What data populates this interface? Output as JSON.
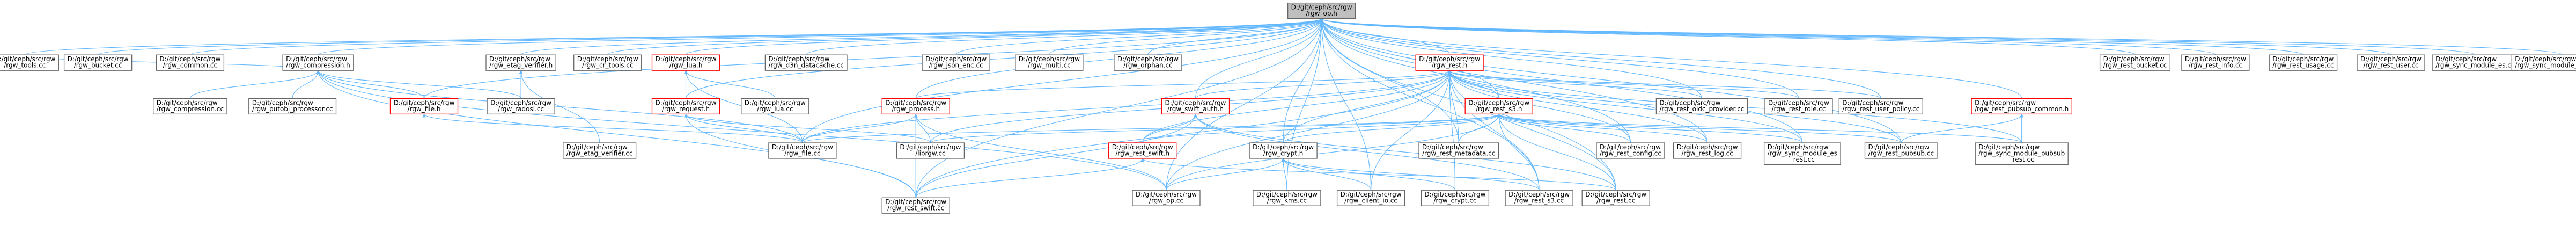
{
  "diagram": {
    "colors": {
      "background": "#ffffff",
      "node_fill": "#ffffff",
      "node_border": "#666666",
      "focus_fill": "#bfbfbf",
      "red_border": "#ff0000",
      "edge": "#63b8ff"
    },
    "nodes": [
      {
        "id": "rgw_op_h",
        "lines": [
          "D:/git/ceph/src/rgw",
          "/rgw_op.h"
        ],
        "style": "focus"
      },
      {
        "id": "rgw_tools_cc",
        "lines": [
          "D:/git/ceph/src/rgw",
          "/rgw_tools.cc"
        ],
        "style": "normal"
      },
      {
        "id": "rgw_bucket_cc",
        "lines": [
          "D:/git/ceph/src/rgw",
          "/rgw_bucket.cc"
        ],
        "style": "normal"
      },
      {
        "id": "rgw_common_cc",
        "lines": [
          "D:/git/ceph/src/rgw",
          "/rgw_common.cc"
        ],
        "style": "normal"
      },
      {
        "id": "rgw_compression_h",
        "lines": [
          "D:/git/ceph/src/rgw",
          "/rgw_compression.h"
        ],
        "style": "normal"
      },
      {
        "id": "rgw_etag_verifier_h",
        "lines": [
          "D:/git/ceph/src/rgw",
          "/rgw_etag_verifier.h"
        ],
        "style": "normal"
      },
      {
        "id": "rgw_cr_tools_cc",
        "lines": [
          "D:/git/ceph/src/rgw",
          "/rgw_cr_tools.cc"
        ],
        "style": "normal"
      },
      {
        "id": "rgw_lua_h",
        "lines": [
          "D:/git/ceph/src/rgw",
          "/rgw_lua.h"
        ],
        "style": "red"
      },
      {
        "id": "rgw_d3n_datacache_cc",
        "lines": [
          "D:/git/ceph/src/rgw",
          "/rgw_d3n_datacache.cc"
        ],
        "style": "normal"
      },
      {
        "id": "rgw_json_enc_cc",
        "lines": [
          "D:/git/ceph/src/rgw",
          "/rgw_json_enc.cc"
        ],
        "style": "normal"
      },
      {
        "id": "rgw_multi_cc",
        "lines": [
          "D:/git/ceph/src/rgw",
          "/rgw_multi.cc"
        ],
        "style": "normal"
      },
      {
        "id": "rgw_orphan_cc",
        "lines": [
          "D:/git/ceph/src/rgw",
          "/rgw_orphan.cc"
        ],
        "style": "normal"
      },
      {
        "id": "rgw_rest_h",
        "lines": [
          "D:/git/ceph/src/rgw",
          "/rgw_rest.h"
        ],
        "style": "red"
      },
      {
        "id": "rgw_rest_bucket_cc",
        "lines": [
          "D:/git/ceph/src/rgw",
          "/rgw_rest_bucket.cc"
        ],
        "style": "normal"
      },
      {
        "id": "rgw_rest_info_cc",
        "lines": [
          "D:/git/ceph/src/rgw",
          "/rgw_rest_info.cc"
        ],
        "style": "normal"
      },
      {
        "id": "rgw_rest_usage_cc",
        "lines": [
          "D:/git/ceph/src/rgw",
          "/rgw_rest_usage.cc"
        ],
        "style": "normal"
      },
      {
        "id": "rgw_rest_user_cc",
        "lines": [
          "D:/git/ceph/src/rgw",
          "/rgw_rest_user.cc"
        ],
        "style": "normal"
      },
      {
        "id": "rgw_sync_module_es_cc",
        "lines": [
          "D:/git/ceph/src/rgw",
          "/rgw_sync_module_es.cc"
        ],
        "style": "normal"
      },
      {
        "id": "rgw_sync_module_pubsub_cc",
        "lines": [
          "D:/git/ceph/src/rgw",
          "/rgw_sync_module_pubsub.cc"
        ],
        "style": "normal"
      },
      {
        "id": "rgw_compression_cc",
        "lines": [
          "D:/git/ceph/src/rgw",
          "/rgw_compression.cc"
        ],
        "style": "normal"
      },
      {
        "id": "rgw_putobj_processor_cc",
        "lines": [
          "D:/git/ceph/src/rgw",
          "/rgw_putobj_processor.cc"
        ],
        "style": "normal"
      },
      {
        "id": "rgw_file_h",
        "lines": [
          "D:/git/ceph/src/rgw",
          "/rgw_file.h"
        ],
        "style": "red"
      },
      {
        "id": "rgw_radosi_cc",
        "lines": [
          "D:/git/ceph/src/rgw",
          "/rgw_radosi.cc"
        ],
        "style": "normal"
      },
      {
        "id": "rgw_request_h",
        "lines": [
          "D:/git/ceph/src/rgw",
          "/rgw_request.h"
        ],
        "style": "red"
      },
      {
        "id": "rgw_lua_cc",
        "lines": [
          "D:/git/ceph/src/rgw",
          "/rgw_lua.cc"
        ],
        "style": "normal"
      },
      {
        "id": "rgw_process_h",
        "lines": [
          "D:/git/ceph/src/rgw",
          "/rgw_process.h"
        ],
        "style": "red"
      },
      {
        "id": "rgw_swift_auth_h",
        "lines": [
          "D:/git/ceph/src/rgw",
          "/rgw_swift_auth.h"
        ],
        "style": "red"
      },
      {
        "id": "rgw_rest_oidc_provider_cc",
        "lines": [
          "D:/git/ceph/src/rgw",
          "/rgw_rest_oidc_provider.cc"
        ],
        "style": "normal"
      },
      {
        "id": "rgw_rest_role_cc",
        "lines": [
          "D:/git/ceph/src/rgw",
          "/rgw_rest_role.cc"
        ],
        "style": "normal"
      },
      {
        "id": "rgw_rest_user_policy_cc",
        "lines": [
          "D:/git/ceph/src/rgw",
          "/rgw_rest_user_policy.cc"
        ],
        "style": "normal"
      },
      {
        "id": "rgw_rest_pubsub_common_h",
        "lines": [
          "D:/git/ceph/src/rgw",
          "/rgw_rest_pubsub_common.h"
        ],
        "style": "red"
      },
      {
        "id": "rgw_rest_s3_h",
        "lines": [
          "D:/git/ceph/src/rgw",
          "/rgw_rest_s3.h"
        ],
        "style": "red"
      },
      {
        "id": "rgw_etag_verifier_cc",
        "lines": [
          "D:/git/ceph/src/rgw",
          "/rgw_etag_verifier.cc"
        ],
        "style": "normal"
      },
      {
        "id": "librgw_cc",
        "lines": [
          "D:/git/ceph/src/rgw",
          "/librgw.cc"
        ],
        "style": "normal"
      },
      {
        "id": "rgw_rest_swift_h",
        "lines": [
          "D:/git/ceph/src/rgw",
          "/rgw_rest_swift.h"
        ],
        "style": "red"
      },
      {
        "id": "rgw_rest_metadata_cc",
        "lines": [
          "D:/git/ceph/src/rgw",
          "/rgw_rest_metadata.cc"
        ],
        "style": "normal"
      },
      {
        "id": "rgw_file_cc",
        "lines": [
          "D:/git/ceph/src/rgw",
          "/rgw_file.cc"
        ],
        "style": "normal"
      },
      {
        "id": "rgw_crypt_h",
        "lines": [
          "D:/git/ceph/src/rgw",
          "/rgw_crypt.h"
        ],
        "style": "normal"
      },
      {
        "id": "rgw_rest_config_cc",
        "lines": [
          "D:/git/ceph/src/rgw",
          "/rgw_rest_config.cc"
        ],
        "style": "normal"
      },
      {
        "id": "rgw_rest_log_cc",
        "lines": [
          "D:/git/ceph/src/rgw",
          "/rgw_rest_log.cc"
        ],
        "style": "normal"
      },
      {
        "id": "rgw_sync_module_es_rest_cc",
        "lines": [
          "D:/git/ceph/src/rgw",
          "/rgw_sync_module_es",
          "_rest.cc"
        ],
        "style": "normal"
      },
      {
        "id": "rgw_rest_pubsub_cc",
        "lines": [
          "D:/git/ceph/src/rgw",
          "/rgw_rest_pubsub.cc"
        ],
        "style": "normal"
      },
      {
        "id": "rgw_sync_module_pubsub_rest_cc",
        "lines": [
          "D:/git/ceph/src/rgw",
          "/rgw_sync_module_pubsub",
          "_rest.cc"
        ],
        "style": "normal"
      },
      {
        "id": "rgw_kms_cc",
        "lines": [
          "D:/git/ceph/src/rgw",
          "/rgw_kms.cc"
        ],
        "style": "normal"
      },
      {
        "id": "rgw_client_io_cc",
        "lines": [
          "D:/git/ceph/src/rgw",
          "/rgw_client_io.cc"
        ],
        "style": "normal"
      },
      {
        "id": "rgw_crypt_cc",
        "lines": [
          "D:/git/ceph/src/rgw",
          "/rgw_crypt.cc"
        ],
        "style": "normal"
      },
      {
        "id": "rgw_rest_s3_cc",
        "lines": [
          "D:/git/ceph/src/rgw",
          "/rgw_rest_s3.cc"
        ],
        "style": "normal"
      },
      {
        "id": "rgw_rest_swift_cc",
        "lines": [
          "D:/git/ceph/src/rgw",
          "/rgw_rest_swift.cc"
        ],
        "style": "normal"
      },
      {
        "id": "rgw_op_cc",
        "lines": [
          "D:/git/ceph/src/rgw",
          "/rgw_op.cc"
        ],
        "style": "normal"
      },
      {
        "id": "rgw_rest_cc",
        "lines": [
          "D:/git/ceph/src/rgw",
          "/rgw_rest.cc"
        ],
        "style": "normal"
      }
    ],
    "edges": [
      [
        "rgw_op_h",
        "rgw_tools_cc"
      ],
      [
        "rgw_op_h",
        "rgw_bucket_cc"
      ],
      [
        "rgw_op_h",
        "rgw_common_cc"
      ],
      [
        "rgw_op_h",
        "rgw_compression_h"
      ],
      [
        "rgw_op_h",
        "rgw_etag_verifier_h"
      ],
      [
        "rgw_op_h",
        "rgw_cr_tools_cc"
      ],
      [
        "rgw_op_h",
        "rgw_lua_h"
      ],
      [
        "rgw_op_h",
        "rgw_d3n_datacache_cc"
      ],
      [
        "rgw_op_h",
        "rgw_json_enc_cc"
      ],
      [
        "rgw_op_h",
        "rgw_multi_cc"
      ],
      [
        "rgw_op_h",
        "rgw_orphan_cc"
      ],
      [
        "rgw_op_h",
        "rgw_rest_h"
      ],
      [
        "rgw_op_h",
        "rgw_rest_bucket_cc"
      ],
      [
        "rgw_op_h",
        "rgw_rest_info_cc"
      ],
      [
        "rgw_op_h",
        "rgw_rest_usage_cc"
      ],
      [
        "rgw_op_h",
        "rgw_rest_user_cc"
      ],
      [
        "rgw_op_h",
        "rgw_sync_module_es_cc"
      ],
      [
        "rgw_op_h",
        "rgw_sync_module_pubsub_cc"
      ],
      [
        "rgw_op_h",
        "rgw_file_h"
      ],
      [
        "rgw_op_h",
        "rgw_request_h"
      ],
      [
        "rgw_op_h",
        "rgw_process_h"
      ],
      [
        "rgw_op_h",
        "rgw_swift_auth_h"
      ],
      [
        "rgw_op_h",
        "rgw_rest_s3_h"
      ],
      [
        "rgw_op_h",
        "rgw_rest_pubsub_common_h"
      ],
      [
        "rgw_op_h",
        "rgw_crypt_h"
      ],
      [
        "rgw_op_h",
        "rgw_file_cc"
      ],
      [
        "rgw_op_h",
        "rgw_op_cc"
      ],
      [
        "rgw_op_h",
        "rgw_rest_cc"
      ],
      [
        "rgw_op_h",
        "rgw_rest_oidc_provider_cc"
      ],
      [
        "rgw_op_h",
        "rgw_rest_role_cc"
      ],
      [
        "rgw_op_h",
        "rgw_rest_user_policy_cc"
      ],
      [
        "rgw_op_h",
        "rgw_rest_config_cc"
      ],
      [
        "rgw_op_h",
        "rgw_rest_log_cc"
      ],
      [
        "rgw_op_h",
        "rgw_rest_metadata_cc"
      ],
      [
        "rgw_op_h",
        "rgw_rest_s3_cc"
      ],
      [
        "rgw_op_h",
        "rgw_rest_swift_cc"
      ],
      [
        "rgw_op_h",
        "rgw_sync_module_es_rest_cc"
      ],
      [
        "rgw_op_h",
        "rgw_rest_pubsub_cc"
      ],
      [
        "rgw_op_h",
        "rgw_client_io_cc"
      ],
      [
        "rgw_op_h",
        "rgw_kms_cc"
      ],
      [
        "rgw_compression_h",
        "rgw_tools_cc"
      ],
      [
        "rgw_compression_h",
        "rgw_compression_cc"
      ],
      [
        "rgw_compression_h",
        "rgw_putobj_processor_cc"
      ],
      [
        "rgw_compression_h",
        "rgw_file_h"
      ],
      [
        "rgw_compression_h",
        "rgw_radosi_cc"
      ],
      [
        "rgw_compression_h",
        "rgw_file_cc"
      ],
      [
        "rgw_compression_h",
        "rgw_op_cc"
      ],
      [
        "rgw_compression_h",
        "rgw_rest_swift_cc"
      ],
      [
        "rgw_etag_verifier_h",
        "rgw_radosi_cc"
      ],
      [
        "rgw_etag_verifier_h",
        "rgw_etag_verifier_cc"
      ],
      [
        "rgw_lua_h",
        "rgw_lua_cc"
      ],
      [
        "rgw_lua_h",
        "rgw_request_h"
      ],
      [
        "rgw_lua_h",
        "rgw_file_cc"
      ],
      [
        "rgw_file_h",
        "rgw_file_cc"
      ],
      [
        "rgw_request_h",
        "rgw_file_cc"
      ],
      [
        "rgw_request_h",
        "librgw_cc"
      ],
      [
        "rgw_request_h",
        "rgw_rest_swift_cc"
      ],
      [
        "rgw_process_h",
        "rgw_file_cc"
      ],
      [
        "rgw_process_h",
        "librgw_cc"
      ],
      [
        "rgw_process_h",
        "rgw_op_cc"
      ],
      [
        "rgw_process_h",
        "rgw_rest_swift_cc"
      ],
      [
        "rgw_rest_h",
        "rgw_process_h"
      ],
      [
        "rgw_rest_h",
        "rgw_swift_auth_h"
      ],
      [
        "rgw_rest_h",
        "rgw_rest_s3_h"
      ],
      [
        "rgw_rest_h",
        "rgw_rest_oidc_provider_cc"
      ],
      [
        "rgw_rest_h",
        "rgw_rest_role_cc"
      ],
      [
        "rgw_rest_h",
        "rgw_rest_user_policy_cc"
      ],
      [
        "rgw_rest_h",
        "rgw_rest_swift_h"
      ],
      [
        "rgw_rest_h",
        "rgw_rest_metadata_cc"
      ],
      [
        "rgw_rest_h",
        "rgw_crypt_h"
      ],
      [
        "rgw_rest_h",
        "rgw_rest_config_cc"
      ],
      [
        "rgw_rest_h",
        "rgw_rest_log_cc"
      ],
      [
        "rgw_rest_h",
        "rgw_sync_module_es_rest_cc"
      ],
      [
        "rgw_rest_h",
        "rgw_rest_pubsub_cc"
      ],
      [
        "rgw_rest_h",
        "rgw_sync_module_pubsub_rest_cc"
      ],
      [
        "rgw_rest_h",
        "rgw_file_cc"
      ],
      [
        "rgw_rest_h",
        "librgw_cc"
      ],
      [
        "rgw_rest_h",
        "rgw_op_cc"
      ],
      [
        "rgw_rest_h",
        "rgw_rest_cc"
      ],
      [
        "rgw_rest_h",
        "rgw_rest_s3_cc"
      ],
      [
        "rgw_rest_h",
        "rgw_rest_swift_cc"
      ],
      [
        "rgw_rest_h",
        "rgw_client_io_cc"
      ],
      [
        "rgw_rest_h",
        "rgw_crypt_cc"
      ],
      [
        "rgw_swift_auth_h",
        "rgw_rest_swift_h"
      ],
      [
        "rgw_swift_auth_h",
        "rgw_rest_swift_cc"
      ],
      [
        "rgw_swift_auth_h",
        "rgw_rest_s3_cc"
      ],
      [
        "rgw_swift_auth_h",
        "rgw_rest_cc"
      ],
      [
        "rgw_rest_s3_h",
        "rgw_rest_metadata_cc"
      ],
      [
        "rgw_rest_s3_h",
        "rgw_crypt_h"
      ],
      [
        "rgw_rest_s3_h",
        "rgw_rest_config_cc"
      ],
      [
        "rgw_rest_s3_h",
        "rgw_rest_log_cc"
      ],
      [
        "rgw_rest_s3_h",
        "rgw_sync_module_es_rest_cc"
      ],
      [
        "rgw_rest_s3_h",
        "rgw_rest_pubsub_cc"
      ],
      [
        "rgw_rest_s3_h",
        "rgw_sync_module_pubsub_rest_cc"
      ],
      [
        "rgw_rest_s3_h",
        "rgw_file_cc"
      ],
      [
        "rgw_rest_s3_h",
        "librgw_cc"
      ],
      [
        "rgw_rest_s3_h",
        "rgw_rest_s3_cc"
      ],
      [
        "rgw_rest_s3_h",
        "rgw_rest_swift_h"
      ],
      [
        "rgw_rest_s3_h",
        "rgw_op_cc"
      ],
      [
        "rgw_rest_s3_h",
        "rgw_rest_cc"
      ],
      [
        "rgw_rest_pubsub_common_h",
        "rgw_rest_pubsub_cc"
      ],
      [
        "rgw_rest_pubsub_common_h",
        "rgw_sync_module_pubsub_rest_cc"
      ],
      [
        "rgw_rest_swift_h",
        "rgw_rest_swift_cc"
      ],
      [
        "rgw_rest_swift_h",
        "rgw_rest_cc"
      ],
      [
        "rgw_crypt_h",
        "rgw_kms_cc"
      ],
      [
        "rgw_crypt_h",
        "rgw_client_io_cc"
      ],
      [
        "rgw_crypt_h",
        "rgw_crypt_cc"
      ],
      [
        "rgw_crypt_h",
        "rgw_rest_s3_cc"
      ],
      [
        "rgw_crypt_h",
        "rgw_op_cc"
      ]
    ]
  }
}
